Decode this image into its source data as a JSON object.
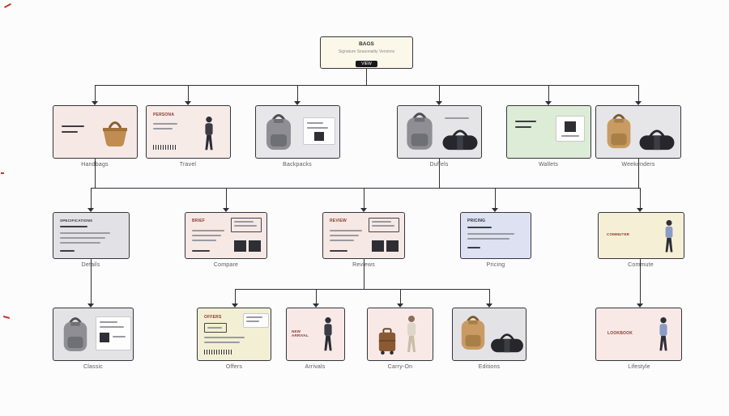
{
  "root": {
    "title": "BAGS",
    "subtitle": "Signature Seasonality Versions",
    "button_label": "VIEW"
  },
  "row1": [
    {
      "caption": "Handbags"
    },
    {
      "heading": "PERSONA",
      "caption": "Travel"
    },
    {
      "caption": "Backpacks"
    },
    {
      "caption": "Duffels"
    },
    {
      "caption": "Wallets"
    },
    {
      "caption": "Weekenders"
    }
  ],
  "row2": [
    {
      "heading": "SPECIFICATIONS",
      "caption": "Details"
    },
    {
      "heading": "BRIEF",
      "caption": "Compare"
    },
    {
      "heading": "REVIEW",
      "caption": "Reviews"
    },
    {
      "heading": "PRICING",
      "caption": "Pricing"
    },
    {
      "heading": "COMMUTER",
      "caption": "Commute"
    }
  ],
  "row3": [
    {
      "caption": "Classic"
    },
    {
      "heading": "OFFERS",
      "caption": "Offers"
    },
    {
      "heading": "NEW ARRIVAL",
      "caption": "Arrivals"
    },
    {
      "caption": "Carry-On"
    },
    {
      "caption": "Editions"
    },
    {
      "heading": "LOOKBOOK",
      "caption": "Lifestyle"
    }
  ],
  "colors": {
    "background": "#fcfcfc",
    "line": "#303038",
    "card_border": "#35353d",
    "pink": "#f6e8e5",
    "gray": "#e5e5e8",
    "green": "#dcecd6",
    "lavender": "#dde1f2",
    "yellow": "#f5f0d5",
    "accent_red": "#8a3a30"
  }
}
